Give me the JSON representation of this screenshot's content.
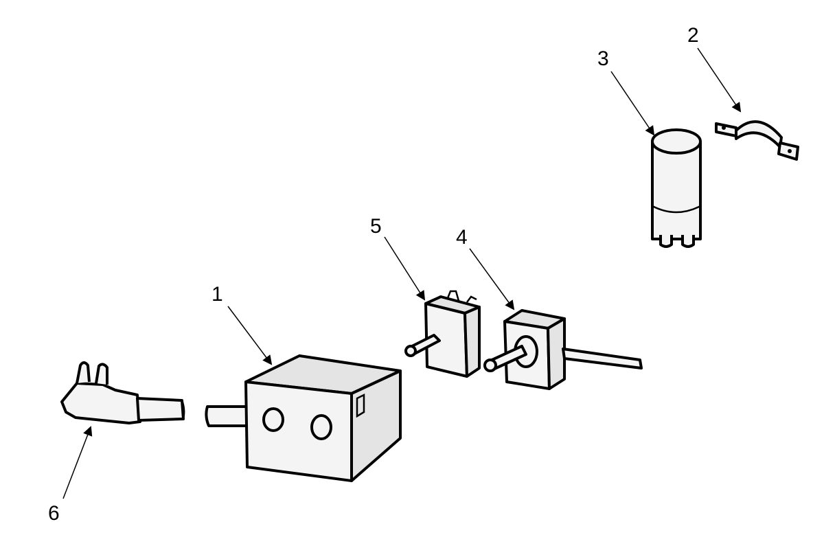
{
  "diagram": {
    "callouts": [
      {
        "id": "1",
        "label": "1"
      },
      {
        "id": "2",
        "label": "2"
      },
      {
        "id": "3",
        "label": "3"
      },
      {
        "id": "4",
        "label": "4"
      },
      {
        "id": "5",
        "label": "5"
      },
      {
        "id": "6",
        "label": "6"
      }
    ],
    "colors": {
      "line": "#000000",
      "fill": "#f4f4f4",
      "background": "#ffffff"
    }
  }
}
